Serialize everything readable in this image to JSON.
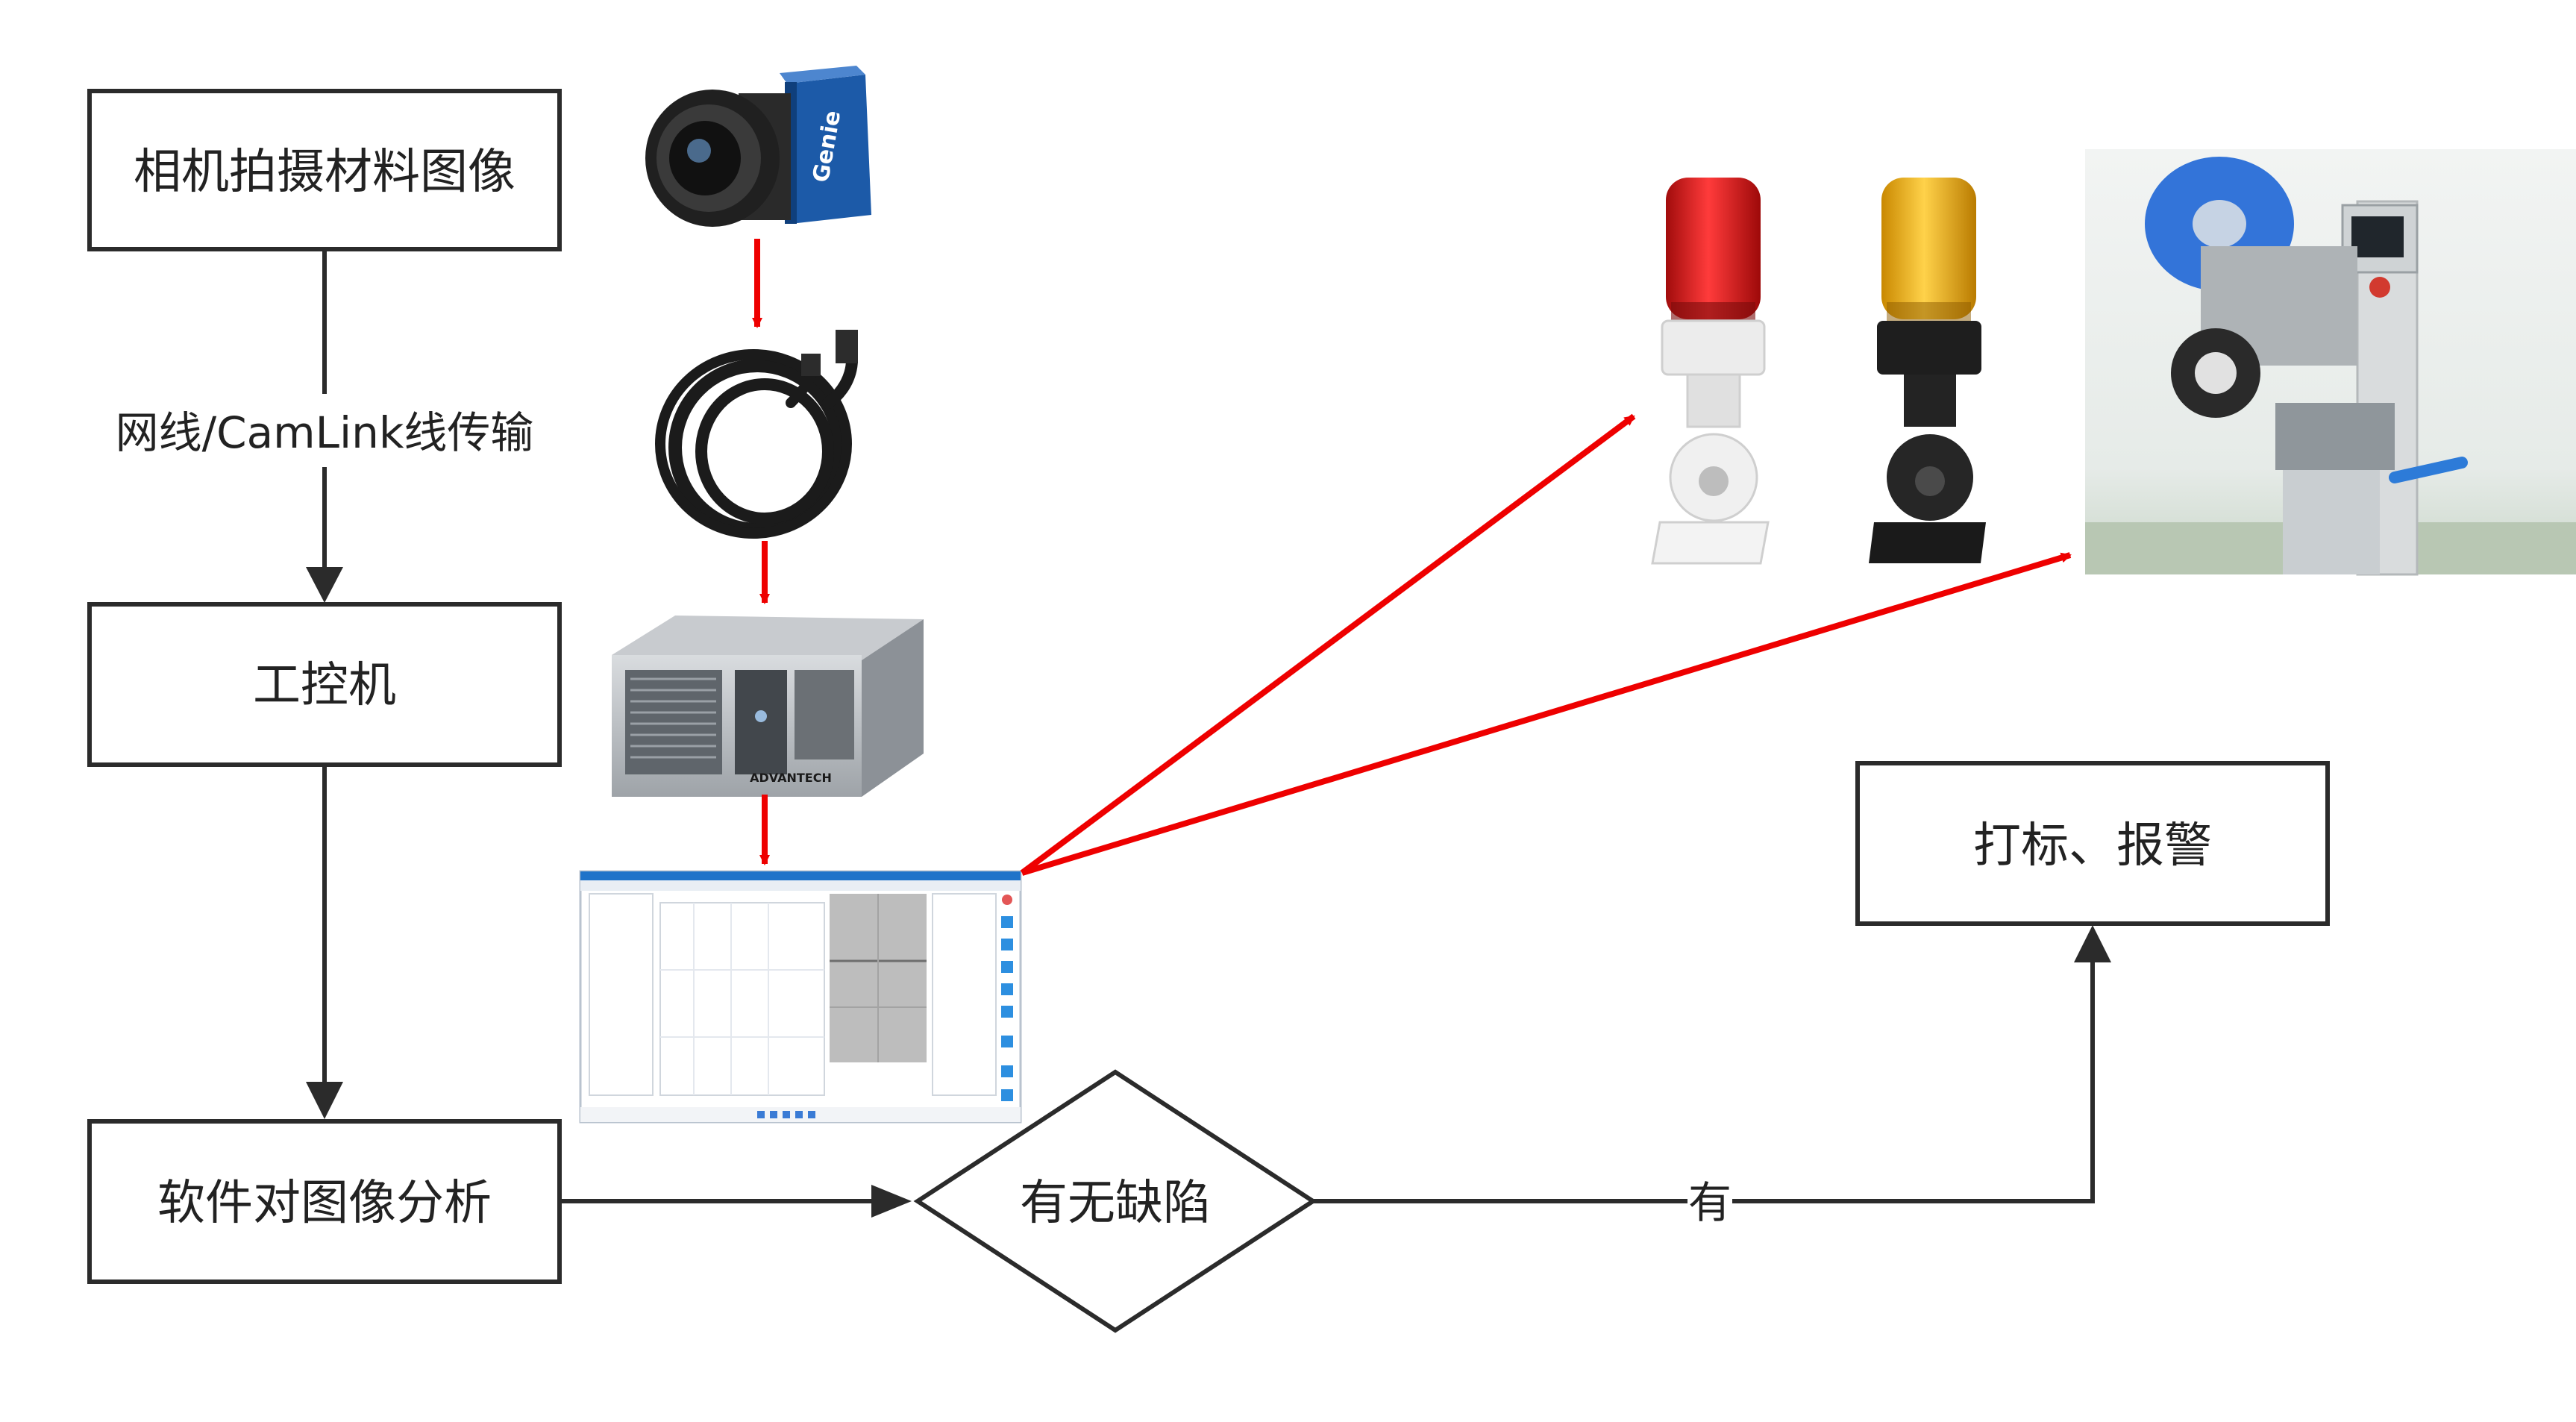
{
  "flowchart": {
    "camera_step": "相机拍摄材料图像",
    "transfer_label": "网线/CamLink线传输",
    "ipc_step": "工控机",
    "analysis_step": "软件对图像分析",
    "decision": "有无缺陷",
    "yes_label": "有",
    "action_step": "打标、报警"
  },
  "icons": {
    "camera": "industrial-camera-icon",
    "cable": "network-cable-icon",
    "ipc": "industrial-pc-icon",
    "software": "software-screenshot-icon",
    "red_light": "red-signal-light-icon",
    "yellow_light": "yellow-signal-light-icon",
    "labeler": "labeling-machine-icon"
  },
  "camera_brand": "Genie",
  "ipc_brand": "ADVANTECH",
  "colors": {
    "flow_line": "#2b2b2b",
    "hardware_arrow": "#ee0000",
    "red_light": "#e11d1d",
    "yellow_light": "#f4b400",
    "camera_blue": "#1c5aa8"
  }
}
